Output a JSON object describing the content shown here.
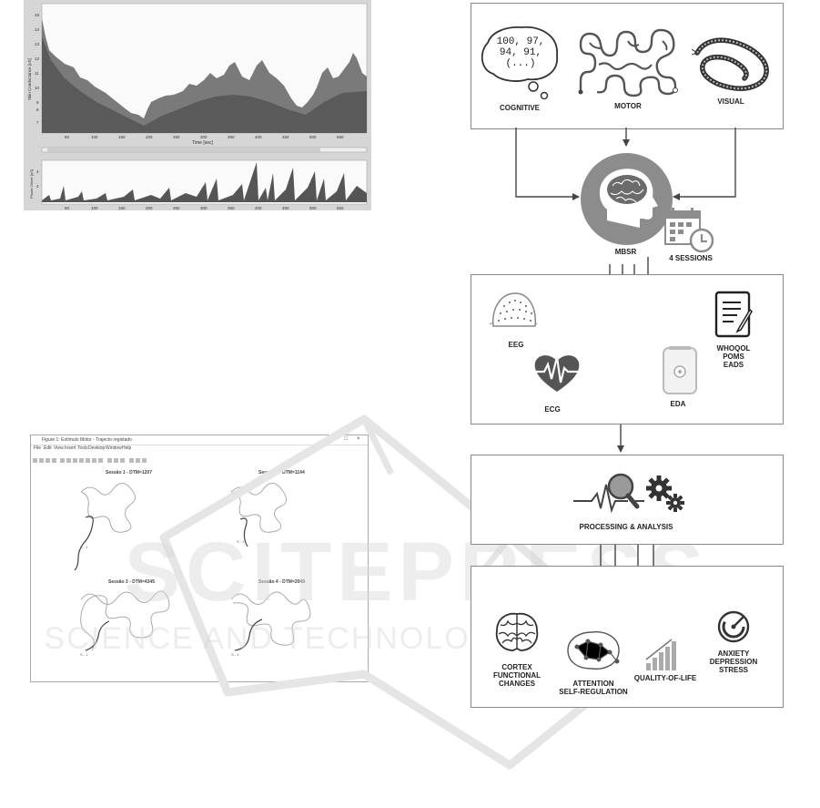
{
  "skin_plot": {
    "ylabel": "Skin Conductance [uS]",
    "xlabel": "Time [sec]",
    "y_ticks": [
      "15",
      "14",
      "13",
      "12",
      "11",
      "10",
      "9",
      "8",
      "7"
    ],
    "x_ticks": [
      "50",
      "100",
      "150",
      "200",
      "250",
      "300",
      "350",
      "400",
      "450",
      "500",
      "550"
    ],
    "lower_ylabel": "Phasic Driver [uS]",
    "lower_y_ticks": [
      "4",
      "2"
    ]
  },
  "matlab_window": {
    "title": "Figure 1: Estímulo Motor - Trajecto registado",
    "menu": [
      "File",
      "Edit",
      "View",
      "Insert",
      "Tools",
      "Desktop",
      "Window",
      "Help"
    ],
    "sessions": [
      {
        "title": "Sessão 1 - DTM=1207"
      },
      {
        "title": "Sessão 2 - DTM=1144"
      },
      {
        "title": "Sessão 3 - DTM=4345"
      },
      {
        "title": "Sessão 4 - DTM=2049"
      }
    ]
  },
  "diagram": {
    "cognitive_bubble": "100, 97,\n94, 91,\n(...)",
    "stimuli": {
      "cognitive": "COGNITIVE",
      "motor": "MOTOR",
      "visual": "VISUAL"
    },
    "mbsr": "MBSR",
    "sessions": "4 SESSIONS",
    "measures": {
      "eeg": "EEG",
      "ecg": "ECG",
      "eda": "EDA",
      "questionnaires": [
        "WHOQOL",
        "POMS",
        "EADS"
      ]
    },
    "processing": "PROCESSING & ANALYSIS",
    "outcomes": {
      "cortex": [
        "CORTEX",
        "FUNCTIONAL",
        "CHANGES"
      ],
      "attention": [
        "ATTENTION",
        "SELF-REGULATION"
      ],
      "qol": "QUALITY-OF-LIFE",
      "anxiety": [
        "ANXIETY",
        "DEPRESSION",
        "STRESS"
      ]
    }
  },
  "watermark": {
    "main": "SCITEPRESS",
    "sub": "SCIENCE AND TECHNOLOGY PUBLICATIONS"
  },
  "colors": {
    "accent": "#8c8c8c",
    "dark": "#444444",
    "line": "#555555"
  }
}
